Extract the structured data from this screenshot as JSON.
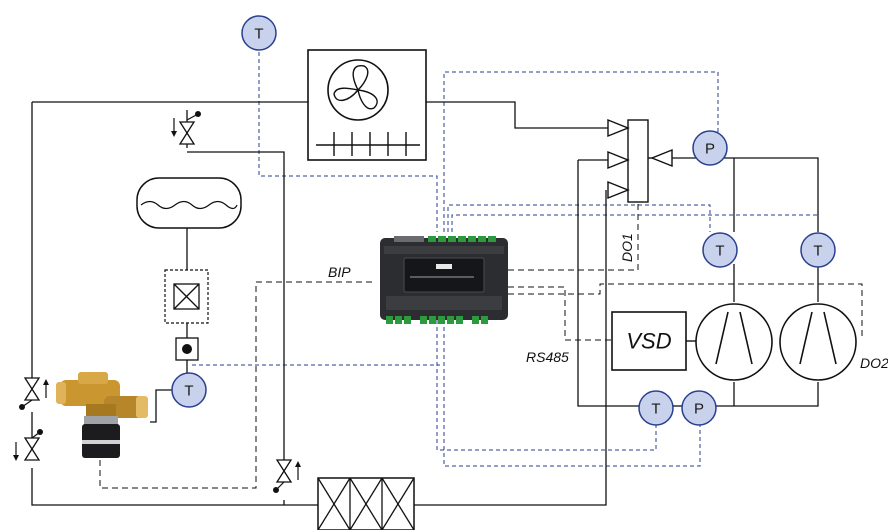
{
  "labels": {
    "bip": "BIP",
    "rs485": "RS485",
    "do1": "DO1",
    "do2": "DO2",
    "vsd": "VSD"
  },
  "sensors": {
    "temperature": "T",
    "pressure": "P"
  },
  "colors": {
    "sensor_fill": "#c9d2ec",
    "sensor_stroke": "#2a3f8f",
    "signal_dash": "#2a3f8f",
    "controller_body": "#2b2d30",
    "terminal_green": "#2e9a3e"
  }
}
